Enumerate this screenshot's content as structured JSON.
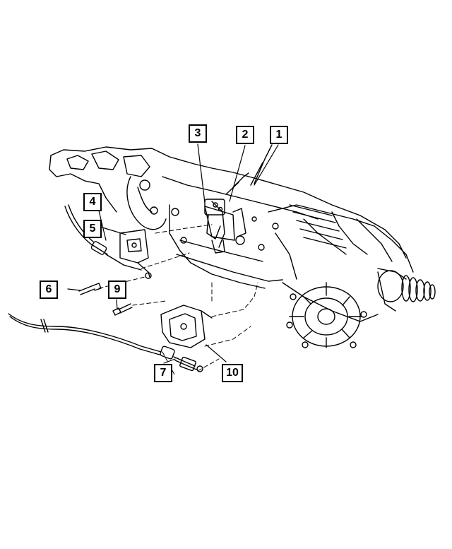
{
  "callouts": [
    {
      "key": "1",
      "label": "1"
    },
    {
      "key": "2",
      "label": "2"
    },
    {
      "key": "3",
      "label": "3"
    },
    {
      "key": "4",
      "label": "4"
    },
    {
      "key": "5",
      "label": "5"
    },
    {
      "key": "6",
      "label": "6"
    },
    {
      "key": "7",
      "label": "7"
    },
    {
      "key": "9",
      "label": "9"
    },
    {
      "key": "10",
      "label": "10"
    }
  ],
  "colors": {
    "line": "#000000",
    "background": "#ffffff"
  }
}
